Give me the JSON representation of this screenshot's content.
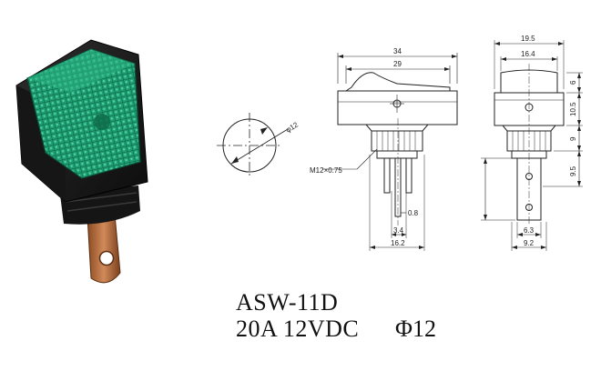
{
  "product": {
    "model": "ASW-11D",
    "rating": "20A 12VDC",
    "mount_diameter": "Φ12"
  },
  "drawing": {
    "hole_diameter": "φ12",
    "thread": "M12×0.75",
    "front_view": {
      "overall_width": "34",
      "rocker_width": "29",
      "terminal_width": "16.2",
      "terminal_spacing": "3.4",
      "terminal_thickness": "0.8"
    },
    "side_view": {
      "overall_width": "19.5",
      "rocker_width": "16.4",
      "rocker_height": "6",
      "bezel_height": "10.5",
      "thread_height": "9",
      "terminal_length": "9.5",
      "terminal_width": "9.2",
      "terminal_tab_width": "6.3"
    }
  },
  "colors": {
    "housing": "#1b1b1b",
    "lens": "#18a070",
    "terminal": "#b66a3c",
    "line": "#222222"
  }
}
